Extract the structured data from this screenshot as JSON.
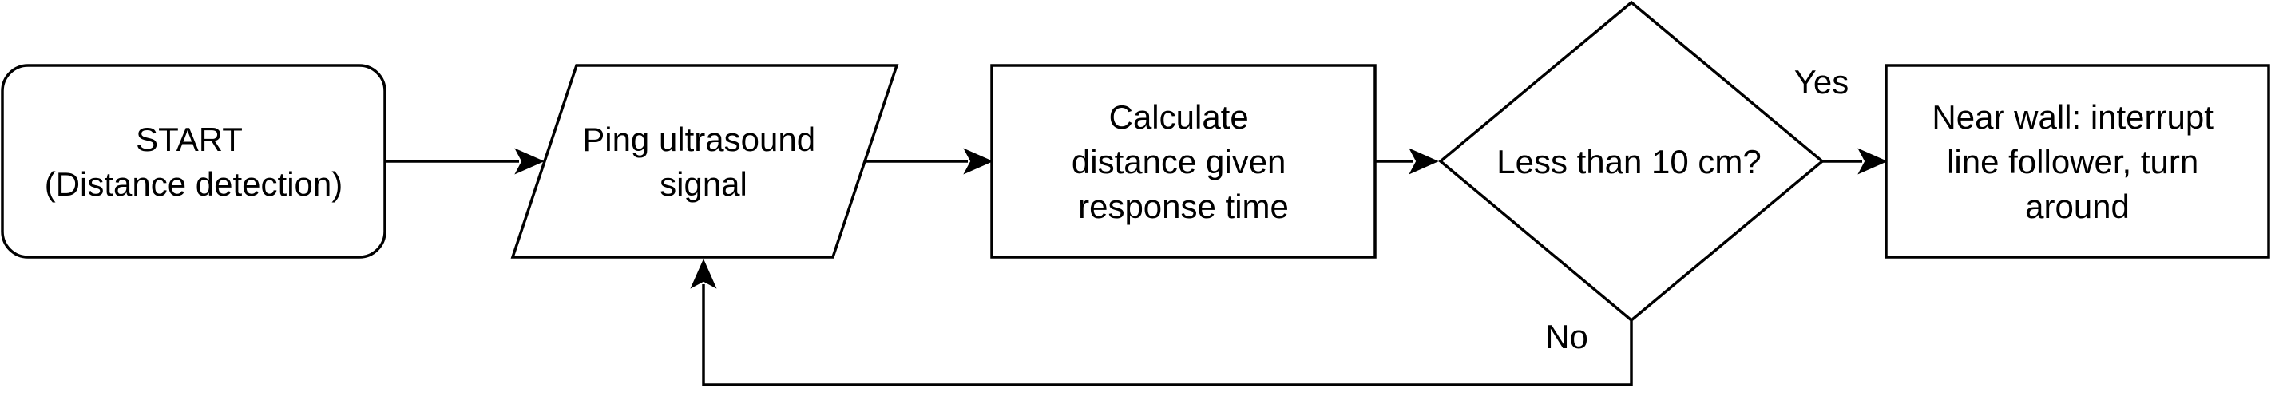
{
  "nodes": {
    "start": {
      "shape": "rounded-rectangle",
      "lines": [
        "START",
        "(Distance detection)"
      ]
    },
    "ping": {
      "shape": "parallelogram",
      "lines": [
        "Ping ultrasound",
        "signal"
      ]
    },
    "calculate": {
      "shape": "rectangle",
      "lines": [
        "Calculate",
        "distance given",
        "response time"
      ]
    },
    "decision": {
      "shape": "diamond",
      "lines": [
        "Less than 10 cm?"
      ]
    },
    "near_wall": {
      "shape": "rectangle",
      "lines": [
        "Near wall: interrupt",
        "line follower, turn",
        "around"
      ]
    }
  },
  "edges": {
    "start_to_ping": {
      "from": "start",
      "to": "ping",
      "label": ""
    },
    "ping_to_calculate": {
      "from": "ping",
      "to": "calculate",
      "label": ""
    },
    "calculate_to_decision": {
      "from": "calculate",
      "to": "decision",
      "label": ""
    },
    "decision_yes": {
      "from": "decision",
      "to": "near_wall",
      "label": "Yes"
    },
    "decision_no": {
      "from": "decision",
      "to": "ping",
      "label": "No"
    }
  },
  "colors": {
    "stroke": "#000000",
    "fill": "#ffffff",
    "text": "#000000"
  }
}
